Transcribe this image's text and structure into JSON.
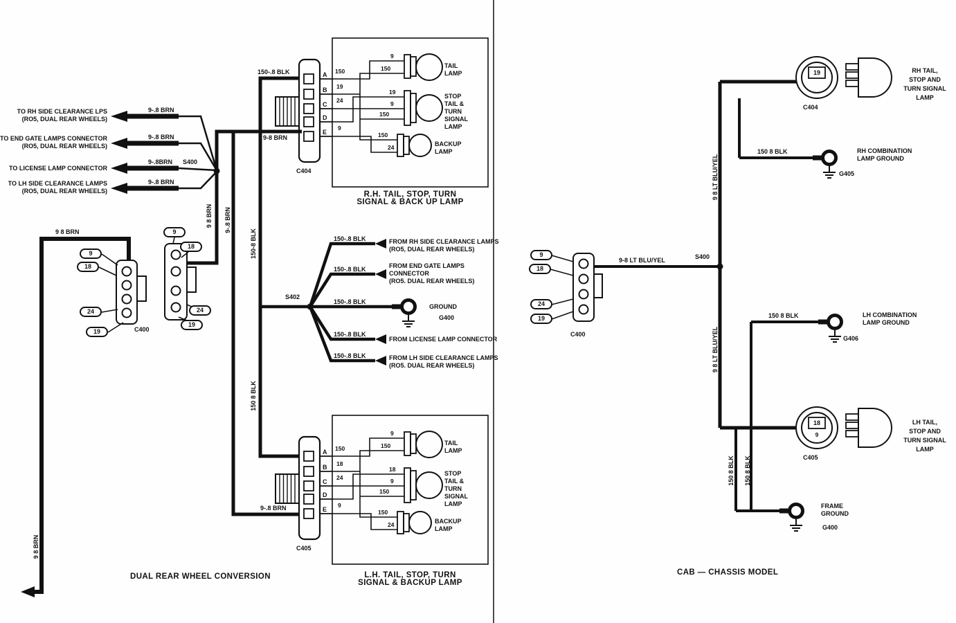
{
  "diagram": {
    "left": {
      "caption": "DUAL REAR WHEEL CONVERSION",
      "feeds": [
        {
          "l1": "TO RH SIDE CLEARANCE LPS",
          "l2": "(RO5, DUAL REAR WHEELS)",
          "wire": "9-.8 BRN"
        },
        {
          "l1": "TO END GATE LAMPS CONNECTOR",
          "l2": "(RO5, DUAL REAR WHEELS)",
          "wire": "9-.8 BRN"
        },
        {
          "l1": "TO LICENSE LAMP CONNECTOR",
          "l2": "",
          "wire": "9-.8BRN"
        },
        {
          "l1": "TO LH SIDE CLEARANCE LAMPS",
          "l2": "(RO5, DUAL REAR WHEELS)",
          "wire": "9-.8 BRN"
        }
      ],
      "s400": "S400",
      "s402": "S402",
      "wires": {
        "brn_top": "9-8 BRN",
        "blk_top": "150-.8 BLK",
        "brn_left": "9 8 BRN",
        "brn_v1": "9 8 BRN",
        "brn_v2": "9-.8 BRN",
        "blk_v_mid": "150-8 BLK",
        "blk_v_low": "150 8 BLK",
        "brn_edge": "9 8 BRN",
        "brn_c405": "9-.8 BRN"
      },
      "branches": [
        {
          "wire": "150-.8 BLK",
          "l1": "FROM RH SIDE CLEARANCE LAMPS",
          "l2": "(RO5, DUAL REAR WHEELS)"
        },
        {
          "wire": "150-.8 BLK",
          "l1": "FROM END GATE LAMPS",
          "l2": "CONNECTOR",
          "l3": "(RO5. DUAL REAR WHEELS)"
        },
        {
          "wire": "150-.8 BLK",
          "l1": "GROUND",
          "id": "G400"
        },
        {
          "wire": "150-.8 BLK",
          "l1": "FROM LICENSE LAMP CONNECTOR"
        },
        {
          "wire": "150-.8 BLK",
          "l1": "FROM LH SIDE CLEARANCE LAMPS",
          "l2": "(RO5. DUAL REAR WHEELS)"
        }
      ],
      "c400": {
        "label": "C400",
        "pins_a": [
          "9",
          "18",
          "24",
          "19"
        ],
        "pins_b": [
          "9",
          "18",
          "24",
          "19"
        ]
      },
      "c404": {
        "label": "C404",
        "letters": [
          "A",
          "B",
          "C",
          "D",
          "E"
        ],
        "stubs": [
          "150",
          "19",
          "24",
          "9"
        ]
      },
      "c405": {
        "label": "C405",
        "letters": [
          "A",
          "B",
          "C",
          "D",
          "E"
        ],
        "stubs": [
          "150",
          "18",
          "24",
          "9"
        ]
      },
      "rh_box": {
        "cap1": "R.H. TAIL, STOP, TURN",
        "cap2": "SIGNAL & BACK UP LAMP",
        "tail": {
          "name": [
            "TAIL",
            "LAMP"
          ],
          "terms": [
            "9",
            "150"
          ]
        },
        "stop": {
          "name": [
            "STOP",
            "TAIL &",
            "TURN",
            "SIGNAL",
            "LAMP"
          ],
          "terms": [
            "19",
            "9",
            "150"
          ]
        },
        "backup": {
          "name": [
            "BACKUP",
            "LAMP"
          ],
          "terms": [
            "150",
            "24"
          ]
        }
      },
      "lh_box": {
        "cap1": "L.H. TAIL, STOP, TURN",
        "cap2": "SIGNAL & BACKUP LAMP",
        "tail": {
          "name": [
            "TAIL",
            "LAMP"
          ],
          "terms": [
            "9",
            "150"
          ]
        },
        "stop": {
          "name": [
            "STOP",
            "TAIL &",
            "TURN",
            "SIGNAL",
            "LAMP"
          ],
          "terms": [
            "18",
            "9",
            "150"
          ]
        },
        "backup": {
          "name": [
            "BACKUP",
            "LAMP"
          ],
          "terms": [
            "150",
            "24"
          ]
        }
      }
    },
    "right": {
      "caption": "CAB — CHASSIS MODEL",
      "s400": "S400",
      "c400": {
        "label": "C400",
        "pins": [
          "9",
          "18",
          "24",
          "19"
        ]
      },
      "wires": {
        "blu_h": "9-8 LT BLU/YEL",
        "blu_v_top": "9 8 LT BLU/YEL",
        "blu_v_bot": "9 8 LT BLU/YEL",
        "blk_rh": "150 8 BLK",
        "blk_lh": "150 8 BLK",
        "blk_v1": "150 8 BLK",
        "blk_v2": "150 8 BLK"
      },
      "rh_lamp": {
        "conn": "C404",
        "cavity": "19",
        "lines": [
          "RH TAIL,",
          "STOP AND",
          "TURN SIGNAL",
          "LAMP"
        ]
      },
      "lh_lamp": {
        "conn": "C405",
        "cavity": "18",
        "cavity2": "9",
        "lines": [
          "LH TAIL,",
          "STOP AND",
          "TURN SIGNAL",
          "LAMP"
        ]
      },
      "grounds": {
        "rh": {
          "l1": "RH COMBINATION",
          "l2": "LAMP GROUND",
          "id": "G405"
        },
        "lh": {
          "l1": "LH COMBINATION",
          "l2": "LAMP GROUND",
          "id": "G406"
        },
        "frame": {
          "l1": "FRAME",
          "l2": "GROUND",
          "id": "G400"
        }
      }
    }
  }
}
